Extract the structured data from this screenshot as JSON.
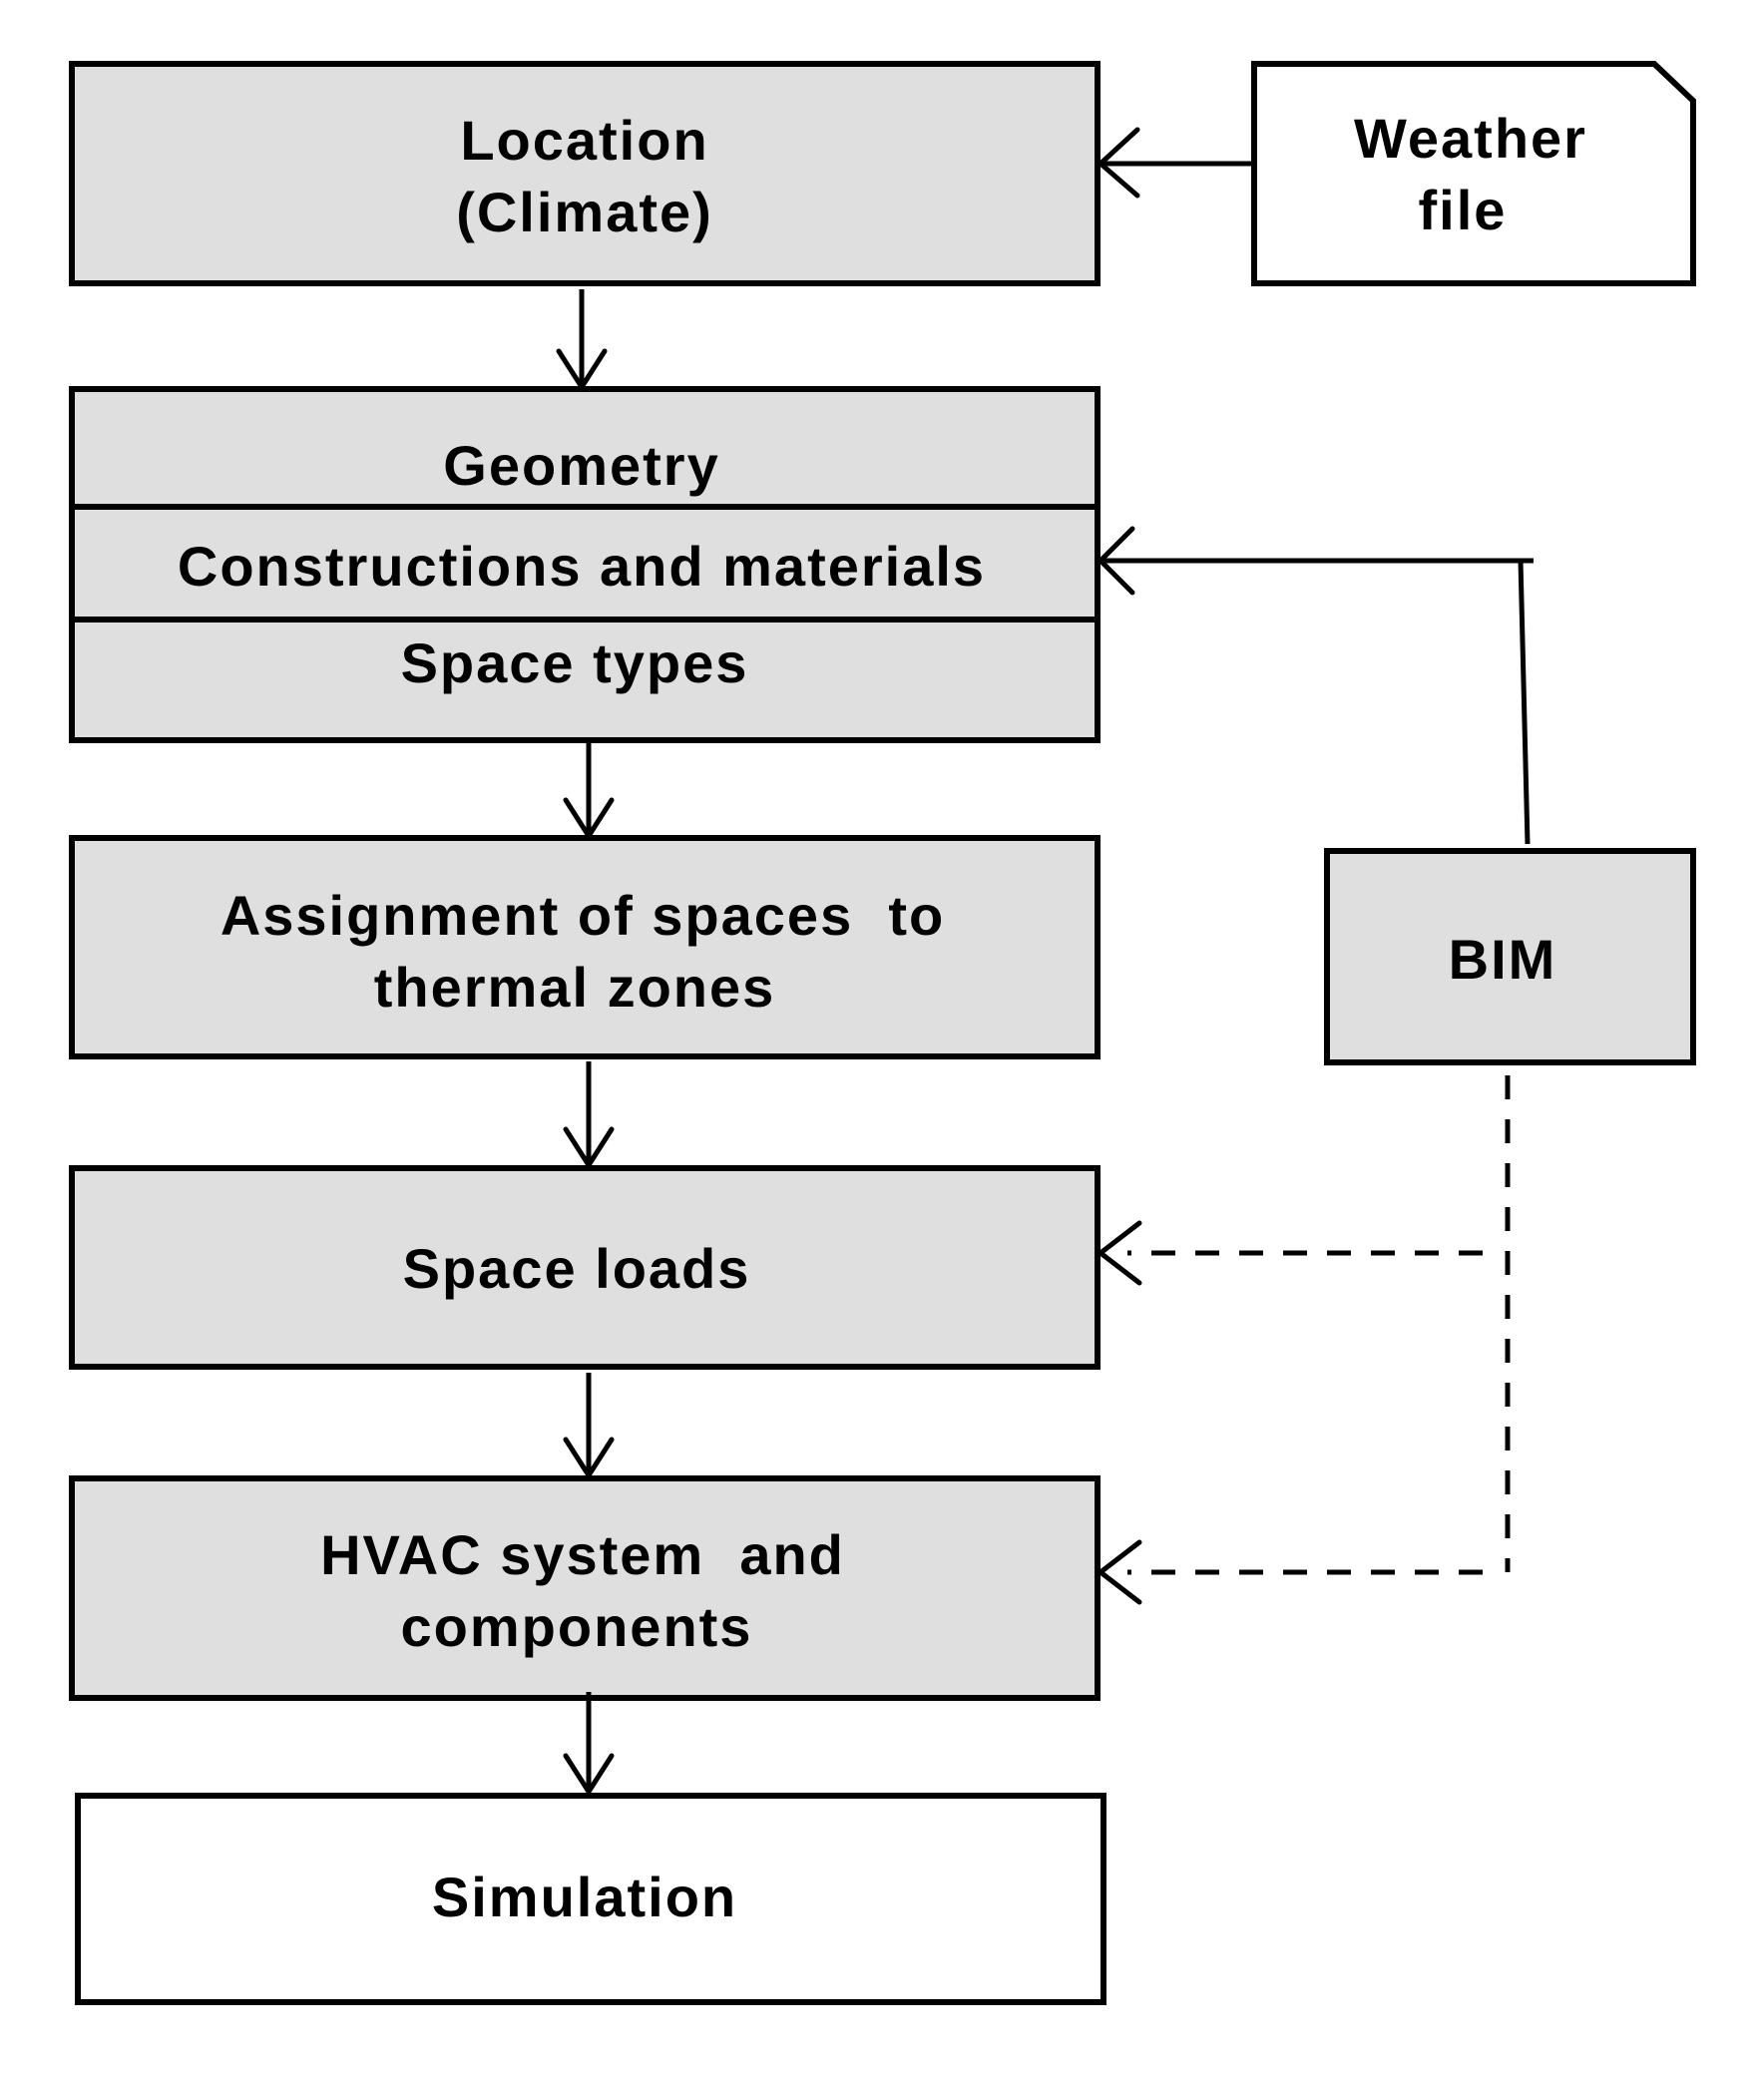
{
  "diagram": {
    "nodes": {
      "location": {
        "lines": [
          "Location",
          "(Climate)"
        ]
      },
      "weather": {
        "lines": [
          "Weather",
          "file"
        ]
      },
      "geometry": {
        "label": "Geometry"
      },
      "constructions": {
        "label": "Constructions and materials"
      },
      "space_types": {
        "label": "Space types"
      },
      "assignment": {
        "lines": [
          "Assignment of spaces  to",
          "thermal zones"
        ]
      },
      "space_loads": {
        "label": "Space loads"
      },
      "hvac": {
        "lines": [
          "HVAC system  and",
          "components"
        ]
      },
      "simulation": {
        "label": "Simulation"
      },
      "bim": {
        "label": "BIM"
      }
    },
    "edges": [
      {
        "from": "weather",
        "to": "location",
        "style": "solid"
      },
      {
        "from": "location",
        "to": "geometry",
        "style": "solid"
      },
      {
        "from": "bim",
        "to": "constructions",
        "style": "solid"
      },
      {
        "from": "space_types",
        "to": "assignment",
        "style": "solid"
      },
      {
        "from": "assignment",
        "to": "space_loads",
        "style": "solid"
      },
      {
        "from": "bim",
        "to": "space_loads",
        "style": "dashed"
      },
      {
        "from": "space_loads",
        "to": "hvac",
        "style": "solid"
      },
      {
        "from": "bim",
        "to": "hvac",
        "style": "dashed"
      },
      {
        "from": "hvac",
        "to": "simulation",
        "style": "solid"
      }
    ],
    "colors": {
      "box_fill": "#dfdfdf",
      "stroke": "#000000",
      "background": "#ffffff"
    }
  }
}
